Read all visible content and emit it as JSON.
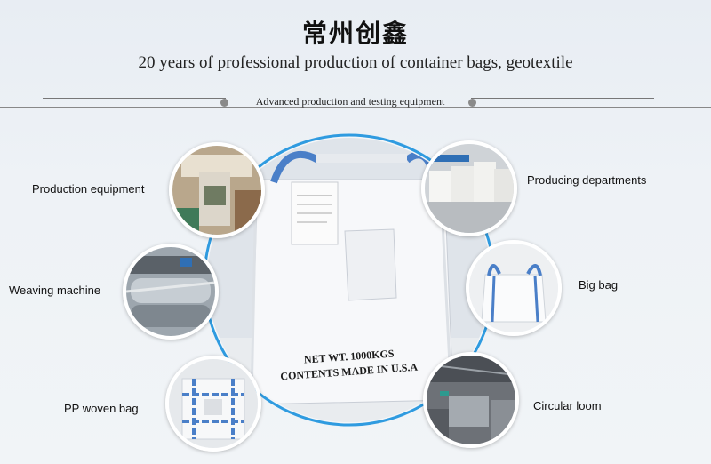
{
  "header": {
    "brand": "常州创鑫",
    "tagline": "20 years of professional production of container bags, geotextile",
    "section": "Advanced production and testing equipment"
  },
  "center_bag": {
    "print_line1": "NET WT. 1000KGS",
    "print_line2": "CONTENTS MADE IN U.S.A"
  },
  "features": {
    "production_equipment": "Production equipment",
    "weaving_machine": "Weaving machine",
    "pp_woven_bag": "PP woven bag",
    "producing_departments": "Producing departments",
    "big_bag": "Big bag",
    "circular_loom": "Circular loom"
  },
  "colors": {
    "accent_ring": "#2f9be0",
    "bag_strap": "#4a7fc8",
    "rule": "#888888"
  }
}
